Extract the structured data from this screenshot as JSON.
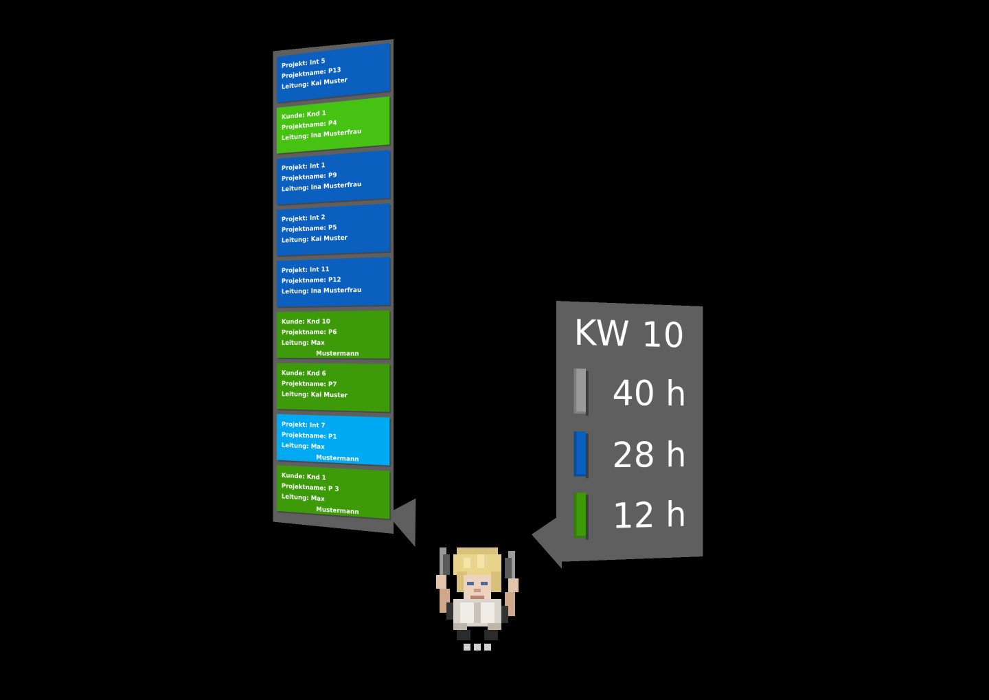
{
  "projects": [
    {
      "color": "#0a5fbf",
      "lines": [
        "Projekt: Int 5",
        "Projektname: P13",
        "Leitung: Kai Muster"
      ]
    },
    {
      "color": "#46c212",
      "lines": [
        "Kunde: Knd 1",
        "Projektname: P4",
        "Leitung: Ina Musterfrau"
      ]
    },
    {
      "color": "#0a5fbf",
      "lines": [
        "Projekt: Int 1",
        "Projektname: P9",
        "Leitung: Ina Musterfrau"
      ]
    },
    {
      "color": "#0a5fbf",
      "lines": [
        "Projekt: Int 2",
        "Projektname: P5",
        "Leitung: Kai Muster"
      ]
    },
    {
      "color": "#0a5fbf",
      "lines": [
        "Projekt: Int 11",
        "Projektname: P12",
        "Leitung: Ina Musterfrau"
      ]
    },
    {
      "color": "#3d9b0a",
      "lines": [
        "Kunde: Knd 10",
        "Projektname: P6",
        "Leitung: Max",
        "Mustermann"
      ]
    },
    {
      "color": "#3d9b0a",
      "lines": [
        "Kunde: Knd 6",
        "Projektname: P7",
        "Leitung: Kai Muster"
      ]
    },
    {
      "color": "#00aaf2",
      "lines": [
        "Projekt: Int 7",
        "Projektname: P1",
        "Leitung: Max",
        "Mustermann"
      ]
    },
    {
      "color": "#3d9b0a",
      "lines": [
        "Kunde: Knd 1",
        "Projektname: P 3",
        "Leitung: Max",
        "Mustermann"
      ]
    }
  ],
  "hours_panel": {
    "week_label": "KW 10",
    "rows": [
      {
        "color": "#9a9a9a",
        "value": "40 h"
      },
      {
        "color": "#0a5fbf",
        "value": "28 h"
      },
      {
        "color": "#3d9b0a",
        "value": "12 h"
      }
    ]
  },
  "character": {
    "icon": "pixel-avatar-icon"
  }
}
